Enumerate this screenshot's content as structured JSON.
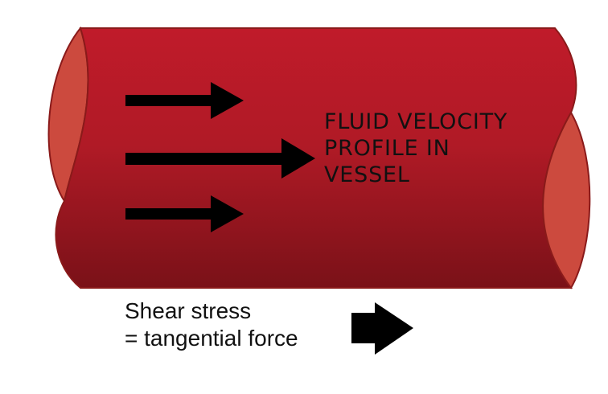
{
  "diagram": {
    "vessel_label_lines": [
      "FLUID VELOCITY",
      "PROFILE IN",
      "VESSEL"
    ],
    "caption_lines": [
      "Shear stress",
      "= tangential force"
    ],
    "colors": {
      "vessel_top": "#c01b2a",
      "vessel_bottom": "#7a1118",
      "vessel_end": "#cc4a3e",
      "outline": "#8a1a1a",
      "arrow": "#000000",
      "text": "#111111",
      "background": "#ffffff"
    }
  }
}
